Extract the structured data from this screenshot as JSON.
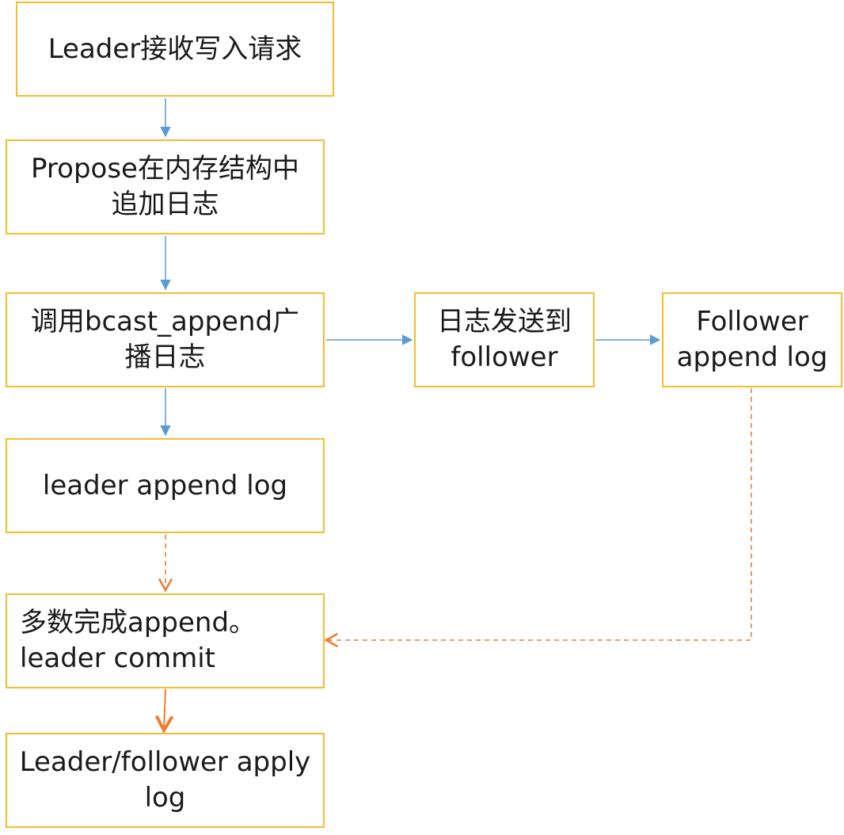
{
  "diagram": {
    "colors": {
      "node_border": "#f5bd2a",
      "edge_solid": "#5b9bd5",
      "edge_dashed": "#ed7d31"
    },
    "nodes": [
      {
        "id": "leader-receive",
        "lines": [
          "Leader接收写入请求"
        ]
      },
      {
        "id": "propose",
        "lines": [
          "Propose在内存结构中",
          "追加日志"
        ]
      },
      {
        "id": "bcast-append",
        "lines": [
          "调用bcast_append广",
          "播日志"
        ]
      },
      {
        "id": "send-to-follower",
        "lines": [
          "日志发送到",
          "follower"
        ]
      },
      {
        "id": "follower-append",
        "lines": [
          "Follower",
          "append log"
        ]
      },
      {
        "id": "leader-append",
        "lines": [
          "leader append log"
        ]
      },
      {
        "id": "majority-commit",
        "lines": [
          "多数完成append。",
          "leader commit"
        ]
      },
      {
        "id": "apply",
        "lines": [
          "Leader/follower apply",
          "log"
        ]
      }
    ],
    "edges": [
      {
        "from": "leader-receive",
        "to": "propose",
        "style": "solid"
      },
      {
        "from": "propose",
        "to": "bcast-append",
        "style": "solid"
      },
      {
        "from": "bcast-append",
        "to": "send-to-follower",
        "style": "solid"
      },
      {
        "from": "send-to-follower",
        "to": "follower-append",
        "style": "solid"
      },
      {
        "from": "bcast-append",
        "to": "leader-append",
        "style": "solid"
      },
      {
        "from": "leader-append",
        "to": "majority-commit",
        "style": "dashed"
      },
      {
        "from": "follower-append",
        "to": "majority-commit",
        "style": "dashed"
      },
      {
        "from": "majority-commit",
        "to": "apply",
        "style": "solid-orange"
      }
    ]
  }
}
